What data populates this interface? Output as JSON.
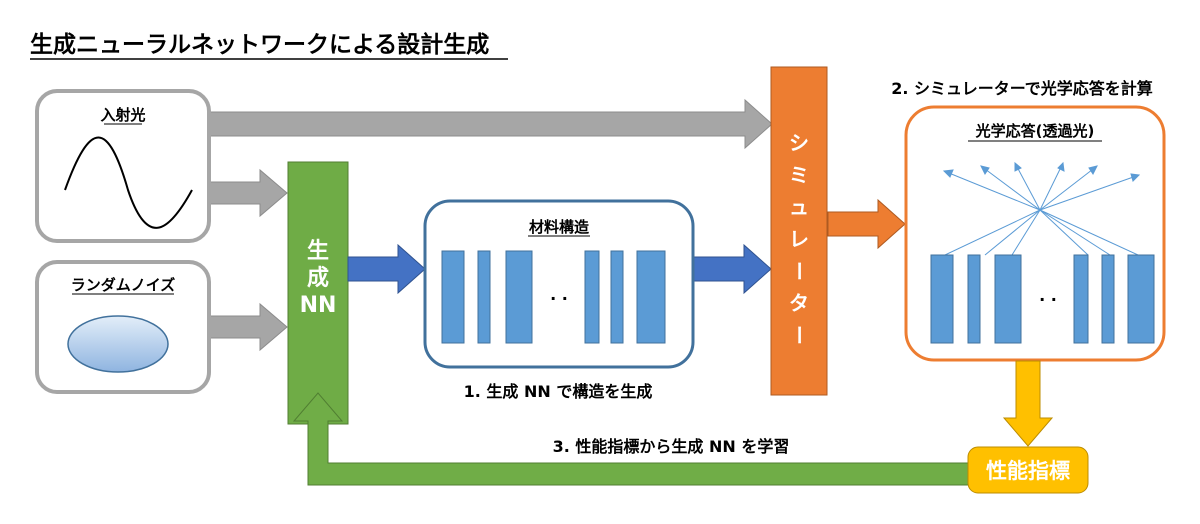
{
  "title": "生成ニューラルネットワークによる設計生成",
  "incident_light": {
    "label": "入射光"
  },
  "random_noise": {
    "label": "ランダムノイズ"
  },
  "generator": {
    "line1": "生",
    "line2": "成",
    "line3": "NN"
  },
  "material_structure": {
    "label": "材料構造",
    "ellipsis": "· ·"
  },
  "simulator": {
    "chars": [
      "シ",
      "ミ",
      "ュ",
      "レ",
      "ー",
      "タ",
      "ー"
    ]
  },
  "optical_response": {
    "label": "光学応答(透過光)",
    "ellipsis": "· ·"
  },
  "performance_index": {
    "label": "性能指標"
  },
  "steps": {
    "step1": "1. 生成 NN で構造を生成",
    "step2": "2. シミュレーターで光学応答を計算",
    "step3": "3. 性能指標から生成 NN を学習"
  },
  "colors": {
    "generator": "#6fac46",
    "simulator": "#ed7d31",
    "performance": "#ffc000",
    "structure_border": "#41719c",
    "response_border": "#ed7d31",
    "bar": "#5b9bd5",
    "gray_arrow": "#a6a6a6",
    "blue_arrow": "#4472c4",
    "feedback_arrow": "#70ad47"
  }
}
